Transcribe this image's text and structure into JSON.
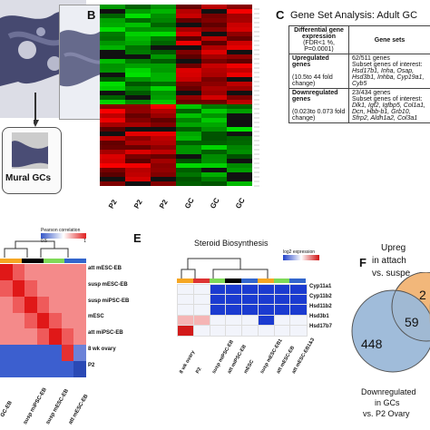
{
  "panels": {
    "A": {
      "label": "",
      "inset_label": "Mural GCs"
    },
    "B": {
      "label": "B",
      "columns": [
        "P2",
        "P2",
        "P2",
        "GC",
        "GC",
        "GC"
      ]
    },
    "C": {
      "label": "C",
      "title": "Gene Set Analysis: Adult GC",
      "header_col1": "Differential gene expression",
      "header_col1_sub": "(FDR<1 %, P=0.0001)",
      "header_col2": "Gene sets",
      "rows": [
        {
          "name": "Upregulated genes",
          "sub": "(10.5to 44 fold change)",
          "count": "62/511 genes",
          "desc": "Subset genes of interest:",
          "genes": "Hsd17b1, Inha, Osap, Hsd3b1, Inhba, Cyp19a1, Cyb5"
        },
        {
          "name": "Downregulated genes",
          "sub": "(0.023to 0.073 fold change)",
          "count": "23/434 genes",
          "desc": "Subset genes of interest:",
          "genes": "Dlk1, Igf2, Igfbp5, Col1a1, Dcn, Hbb-b1, Grb10, Sfrp2, Aldh1a2, Col3a1"
        }
      ]
    },
    "D": {
      "label": "",
      "legend_title": "Pearson correlation",
      "legend_ticks": [
        "0.5",
        "1"
      ],
      "rows": [
        "att mESC-EB",
        "susp mESC-EB",
        "susp miPSC-EB",
        "mESC",
        "att miPSC-EB",
        "8 wk ovary",
        "P2"
      ],
      "cols": [
        "GC-EB",
        "susp miPSC-EB",
        "susp mESC-EB",
        "att mESC-EB"
      ]
    },
    "E": {
      "label": "E",
      "title": "Steroid Biosynthesis",
      "legend_title": "log2 expression",
      "rows": [
        "Cyp11a1",
        "Cyp11b2",
        "Hsd11b2",
        "Hsd3b1",
        "Hsd17b7"
      ],
      "cols": [
        "8 wk ovary",
        "P2",
        "susp miPSC-EB",
        "att miPSC-EB",
        "mESC",
        "susp mESC-EB1",
        "att mESC-EB",
        "att mESC-EB1&3"
      ]
    },
    "F": {
      "label": "F",
      "top_label_1": "Upreg",
      "top_label_2": "in attach",
      "top_label_3": "vs. suspe",
      "left_count": "448",
      "overlap_count": "59",
      "right_count": "2",
      "bottom_label_1": "Downregulated",
      "bottom_label_2": "in GCs",
      "bottom_label_3": "vs. P2 Ovary"
    }
  },
  "colors": {
    "left_circle": "#9bb8d8",
    "right_circle": "#f2b77a",
    "overlap": "#b7a88a"
  }
}
